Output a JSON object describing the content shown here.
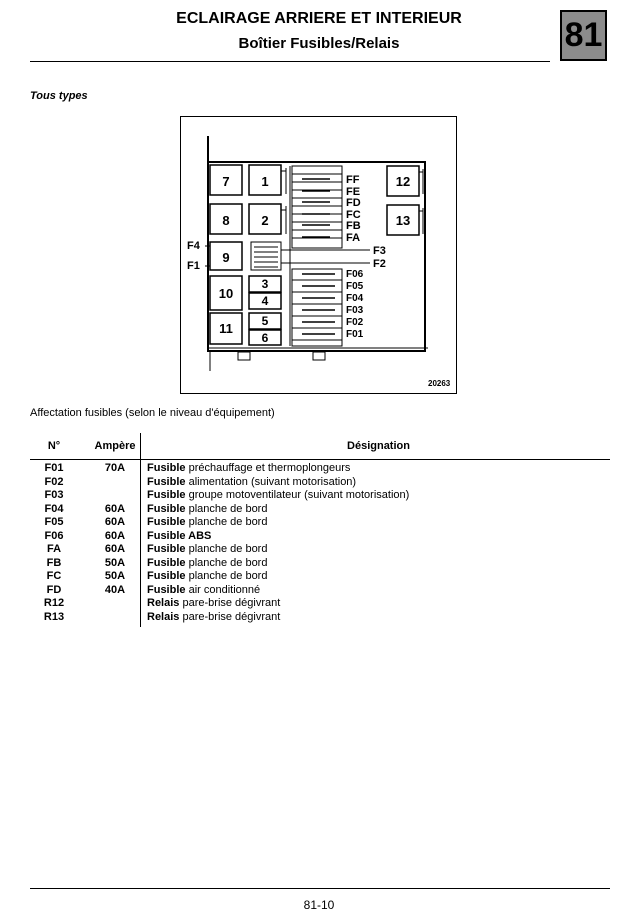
{
  "header": {
    "title": "ECLAIRAGE ARRIERE ET INTERIEUR",
    "subtitle": "Boîtier Fusibles/Relais",
    "section_number": "81"
  },
  "types_label": "Tous types",
  "diagram": {
    "relay_labels": [
      "7",
      "1",
      "8",
      "2",
      "9",
      "10",
      "3",
      "4",
      "11",
      "5",
      "6",
      "12",
      "13"
    ],
    "fuse_labels_top": [
      "FF",
      "FE",
      "FD",
      "FC",
      "FB",
      "FA"
    ],
    "fuse_labels_side": [
      "F3",
      "F2"
    ],
    "fuse_labels_left": [
      "F4",
      "F1"
    ],
    "fuse_labels_bottom": [
      "F06",
      "F05",
      "F04",
      "F03",
      "F02",
      "F01"
    ],
    "ref_number": "20263"
  },
  "affect_label": "Affectation fusibles (selon le niveau d'équipement)",
  "table": {
    "headers": {
      "n": "N°",
      "ampere": "Ampère",
      "designation": "Désignation"
    },
    "rows": [
      {
        "n": "F01",
        "ampere": "70A",
        "type": "Fusible",
        "desc": " préchauffage et thermoplongeurs"
      },
      {
        "n": "F02",
        "ampere": "",
        "type": "Fusible",
        "desc": " alimentation (suivant motorisation)"
      },
      {
        "n": "F03",
        "ampere": "",
        "type": "Fusible",
        "desc": " groupe motoventilateur (suivant motorisation)"
      },
      {
        "n": "F04",
        "ampere": "60A",
        "type": "Fusible",
        "desc": " planche de bord"
      },
      {
        "n": "F05",
        "ampere": "60A",
        "type": "Fusible",
        "desc": " planche de bord"
      },
      {
        "n": "F06",
        "ampere": "60A",
        "type": "Fusible ABS",
        "desc": ""
      },
      {
        "n": "FA",
        "ampere": "60A",
        "type": "Fusible",
        "desc": " planche de bord"
      },
      {
        "n": "FB",
        "ampere": "50A",
        "type": "Fusible",
        "desc": " planche de bord"
      },
      {
        "n": "FC",
        "ampere": "50A",
        "type": "Fusible",
        "desc": " planche de bord"
      },
      {
        "n": "FD",
        "ampere": "40A",
        "type": "Fusible",
        "desc": " air conditionné"
      },
      {
        "n": "R12",
        "ampere": "",
        "type": "Relais",
        "desc": " pare-brise dégivrant"
      },
      {
        "n": "R13",
        "ampere": "",
        "type": "Relais",
        "desc": " pare-brise dégivrant"
      }
    ]
  },
  "footer": {
    "page": "81-10"
  }
}
